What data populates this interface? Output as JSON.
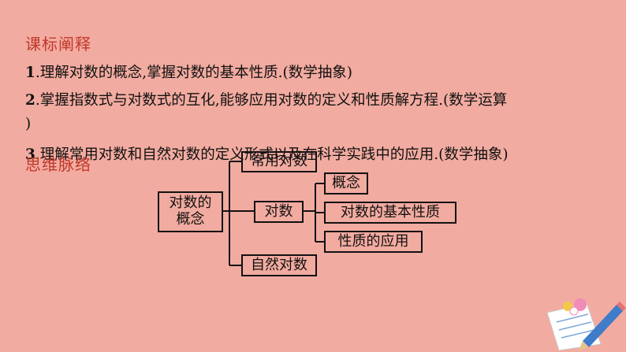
{
  "heading1": "课标阐释",
  "heading2": "思维脉络",
  "lines": [
    {
      "num": "1",
      "text": ".理解对数的概念,掌握对数的基本性质.(数学抽象)"
    },
    {
      "num": "2",
      "text": ".掌握指数式与对数式的互化,能够应用对数的定义和性质解方程.(数学运算"
    },
    {
      "num": "",
      "text": ")"
    },
    {
      "num": "3",
      "text": ".理解常用对数和自然对数的定义形式以及在科学实践中的应用.(数学抽象)"
    }
  ],
  "mindmap": {
    "root_line1": "对数的",
    "root_line2": "概念",
    "top": "常用对数",
    "middle": "对数",
    "bottom": "自然对数",
    "branches": [
      "概念",
      "对数的基本性质",
      "性质的应用"
    ]
  }
}
